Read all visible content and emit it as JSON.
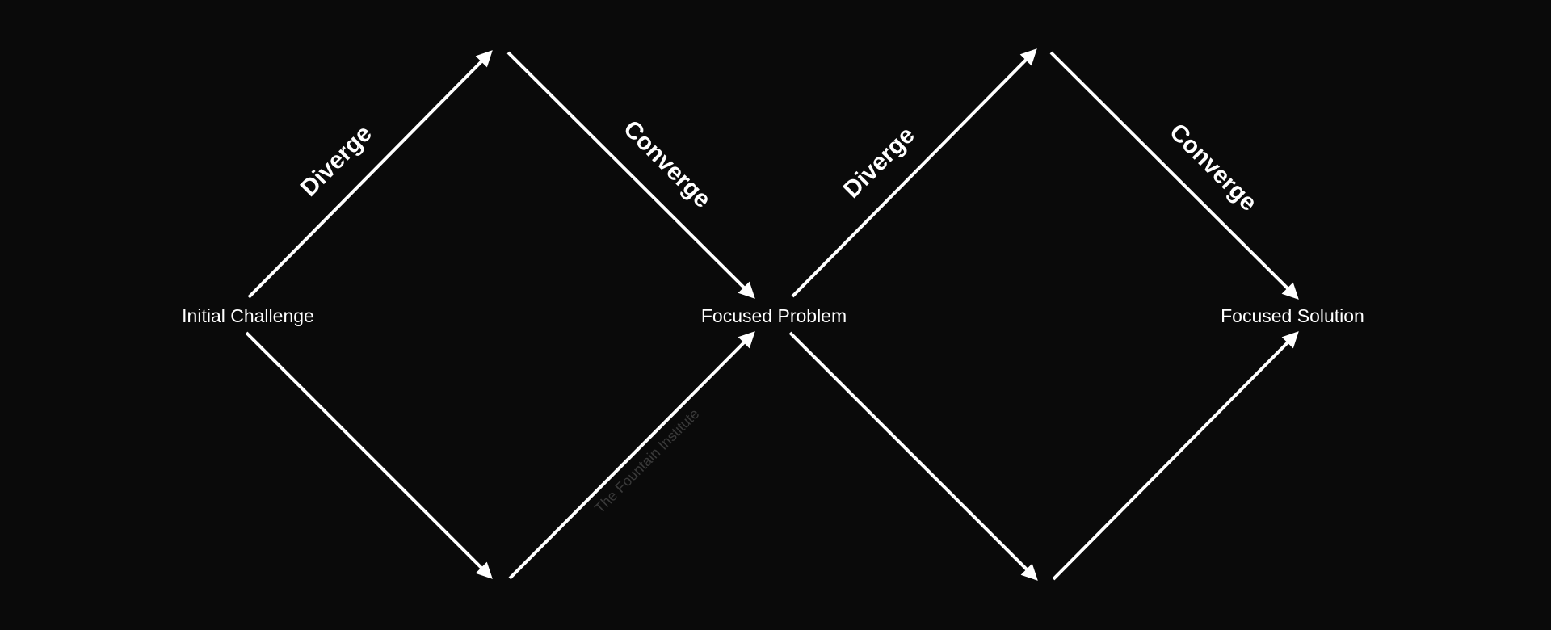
{
  "background_color": "#0a0a0a",
  "line_color": "#ffffff",
  "nodes": {
    "initial_challenge": "Initial Challenge",
    "focused_problem": "Focused Problem",
    "focused_solution": "Focused Solution"
  },
  "phases": {
    "diamond1_diverge": "Diverge",
    "diamond1_converge": "Converge",
    "diamond2_diverge": "Diverge",
    "diamond2_converge": "Converge"
  },
  "watermark": "The Fountain Institute"
}
